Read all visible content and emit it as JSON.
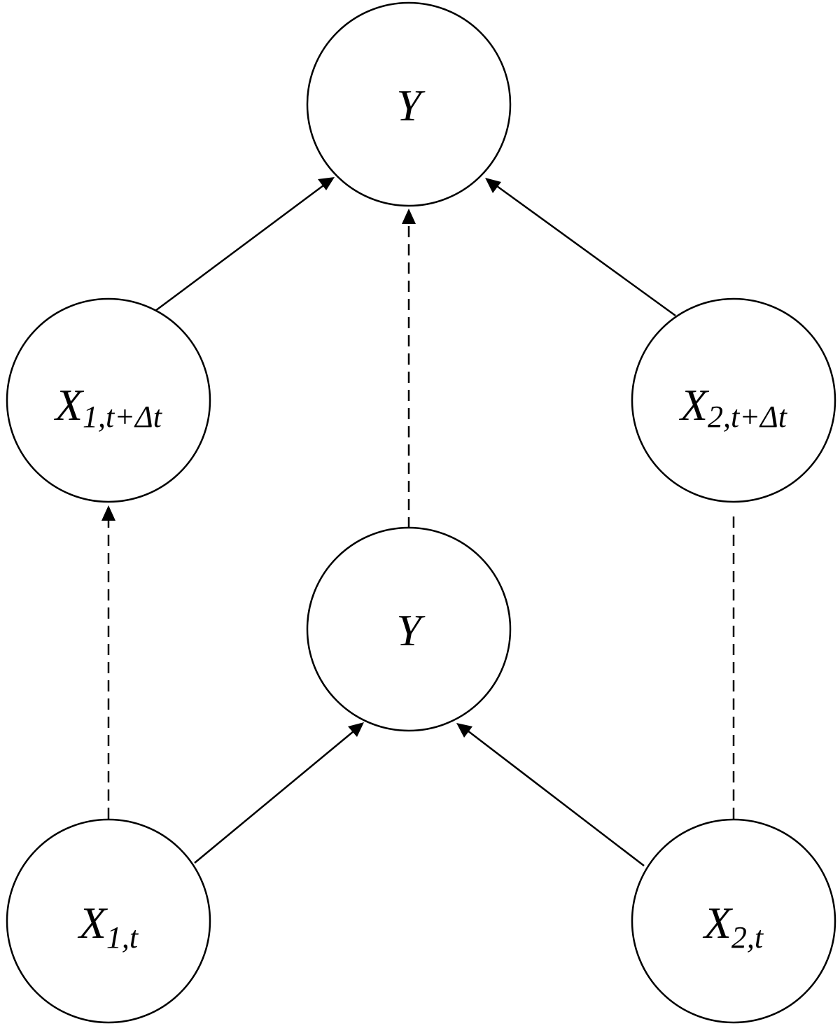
{
  "nodes": {
    "y_top": {
      "main": "Y",
      "sub": ""
    },
    "x1_delta": {
      "main": "X",
      "sub": "1,",
      "sub2": "t+",
      "sub_delta": "Δ",
      "sub3": "t"
    },
    "x2_delta": {
      "main": "X",
      "sub": "2,",
      "sub2": "t+",
      "sub_delta": "Δ",
      "sub3": "t"
    },
    "y_mid": {
      "main": "Y",
      "sub": ""
    },
    "x1_t": {
      "main": "X",
      "sub": "1,",
      "sub2": "t"
    },
    "x2_t": {
      "main": "X",
      "sub": "2,",
      "sub2": "t"
    }
  },
  "edges": [
    {
      "from": "x1_delta",
      "to": "y_top",
      "style": "solid",
      "arrow": true
    },
    {
      "from": "x2_delta",
      "to": "y_top",
      "style": "solid",
      "arrow": true
    },
    {
      "from": "y_mid",
      "to": "y_top",
      "style": "dashed",
      "arrow": true
    },
    {
      "from": "x1_t",
      "to": "x1_delta",
      "style": "dashed",
      "arrow": true
    },
    {
      "from": "x2_t",
      "to": "x2_delta",
      "style": "dashed",
      "arrow": false
    },
    {
      "from": "x1_t",
      "to": "y_mid",
      "style": "solid",
      "arrow": true
    },
    {
      "from": "x2_t",
      "to": "y_mid",
      "style": "solid",
      "arrow": true
    }
  ],
  "colors": {
    "stroke": "#000000",
    "fill": "#ffffff"
  }
}
